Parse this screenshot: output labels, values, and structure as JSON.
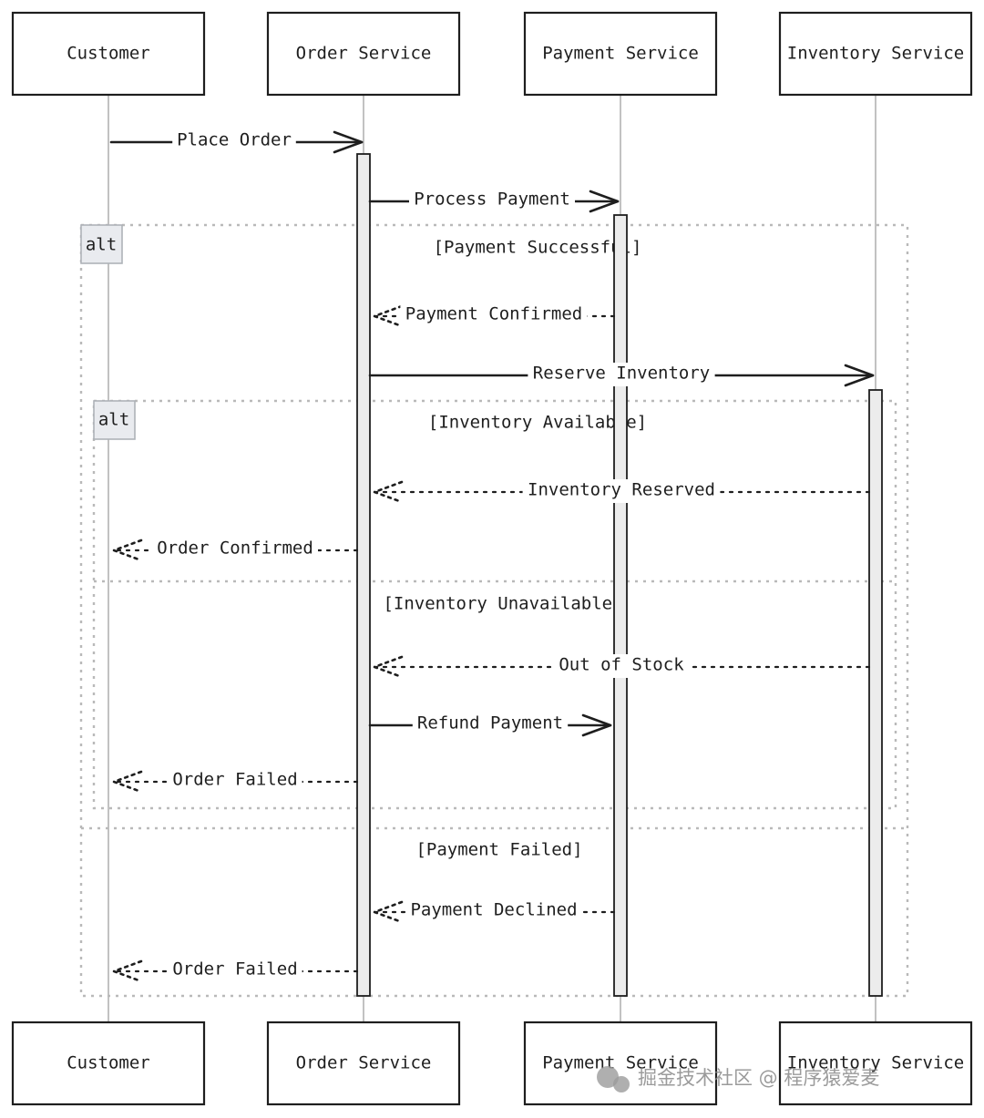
{
  "participants": [
    {
      "id": "customer",
      "label": "Customer"
    },
    {
      "id": "order",
      "label": "Order Service"
    },
    {
      "id": "payment",
      "label": "Payment Service"
    },
    {
      "id": "inventory",
      "label": "Inventory Service"
    }
  ],
  "messages": [
    {
      "id": "m1",
      "label": "Place Order",
      "from": "customer",
      "to": "order",
      "style": "solid"
    },
    {
      "id": "m2",
      "label": "Process Payment",
      "from": "order",
      "to": "payment",
      "style": "solid"
    },
    {
      "id": "m3",
      "label": "Payment Confirmed",
      "from": "payment",
      "to": "order",
      "style": "dashed"
    },
    {
      "id": "m4",
      "label": "Reserve Inventory",
      "from": "order",
      "to": "inventory",
      "style": "solid"
    },
    {
      "id": "m5",
      "label": "Inventory Reserved",
      "from": "inventory",
      "to": "order",
      "style": "dashed"
    },
    {
      "id": "m6",
      "label": "Order Confirmed",
      "from": "order",
      "to": "customer",
      "style": "dashed"
    },
    {
      "id": "m7",
      "label": "Out of Stock",
      "from": "inventory",
      "to": "order",
      "style": "dashed"
    },
    {
      "id": "m8",
      "label": "Refund Payment",
      "from": "order",
      "to": "payment",
      "style": "solid"
    },
    {
      "id": "m9",
      "label": "Order Failed",
      "from": "order",
      "to": "customer",
      "style": "dashed"
    },
    {
      "id": "m10",
      "label": "Payment Declined",
      "from": "payment",
      "to": "order",
      "style": "dashed"
    },
    {
      "id": "m11",
      "label": "Order Failed",
      "from": "order",
      "to": "customer",
      "style": "dashed"
    }
  ],
  "fragments": {
    "outer": {
      "tag": "alt",
      "conditions": [
        "[Payment Successful]",
        "[Payment Failed]"
      ]
    },
    "inner": {
      "tag": "alt",
      "conditions": [
        "[Inventory Available]",
        "[Inventory Unavailable]"
      ]
    }
  },
  "watermark": {
    "text": "掘金技术社区 @ 程序猿爱麦",
    "icon": "wechat-icon"
  },
  "colors": {
    "ink": "#1e1e1e",
    "activation": "#ececec",
    "frame": "#b9b9b9",
    "tag": "#e9ebef"
  }
}
